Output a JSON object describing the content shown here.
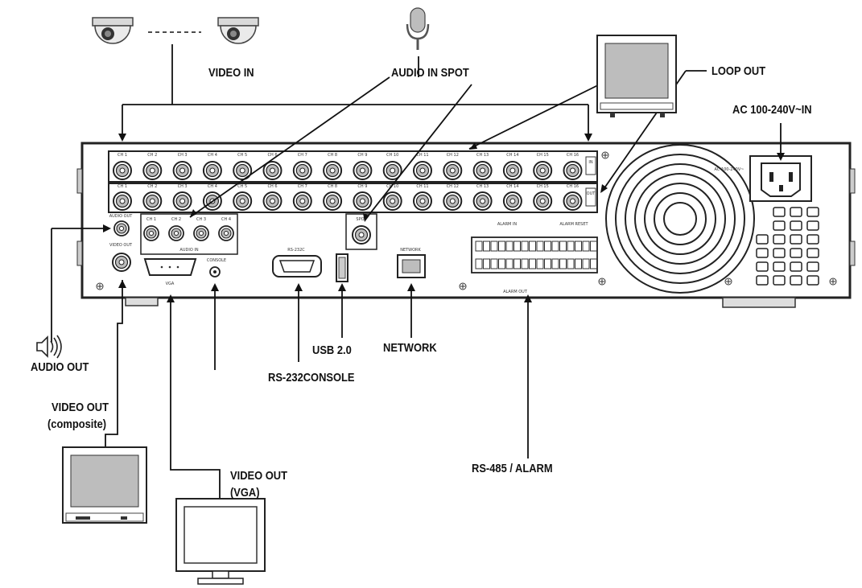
{
  "labels": {
    "video_in": "VIDEO IN",
    "audio_in_spot": "AUDIO IN SPOT",
    "loop_out": "LOOP OUT",
    "ac_in": "AC 100-240V~IN",
    "audio_out": "AUDIO OUT",
    "usb": "USB 2.0",
    "network": "NETWORK",
    "rs232": "RS-232CONSOLE",
    "video_out_composite_1": "VIDEO OUT",
    "video_out_composite_2": "(composite)",
    "video_out_vga_1": "VIDEO OUT",
    "video_out_vga_2": "(VGA)",
    "rs485": "RS-485 / ALARM"
  },
  "panel_text": {
    "channels_top": [
      "CH 1",
      "CH 2",
      "CH 3",
      "CH 4",
      "CH 5",
      "CH 6",
      "CH 7",
      "CH 8",
      "CH 9",
      "CH 10",
      "CH 11",
      "CH 12",
      "CH 13",
      "CH 14",
      "CH 15",
      "CH 16"
    ],
    "audio_in_channels": [
      "CH 1",
      "CH 2",
      "CH 3",
      "CH 4"
    ],
    "audio_in_caption": "AUDIO IN",
    "audio_out_port": "AUDIO OUT",
    "video_out_port": "VIDEO OUT",
    "vga_port": "VGA",
    "console_port": "CONSOLE",
    "rs232_port": "RS-232C",
    "network_port": "NETWORK",
    "spot_port": "SPOT",
    "ac_port": "AC 100-240V~",
    "alarm_in": "ALARM IN",
    "alarm_reset": "ALARM RESET",
    "alarm_out": "ALARM OUT",
    "side_in": "IN",
    "side_out": "OUT"
  }
}
